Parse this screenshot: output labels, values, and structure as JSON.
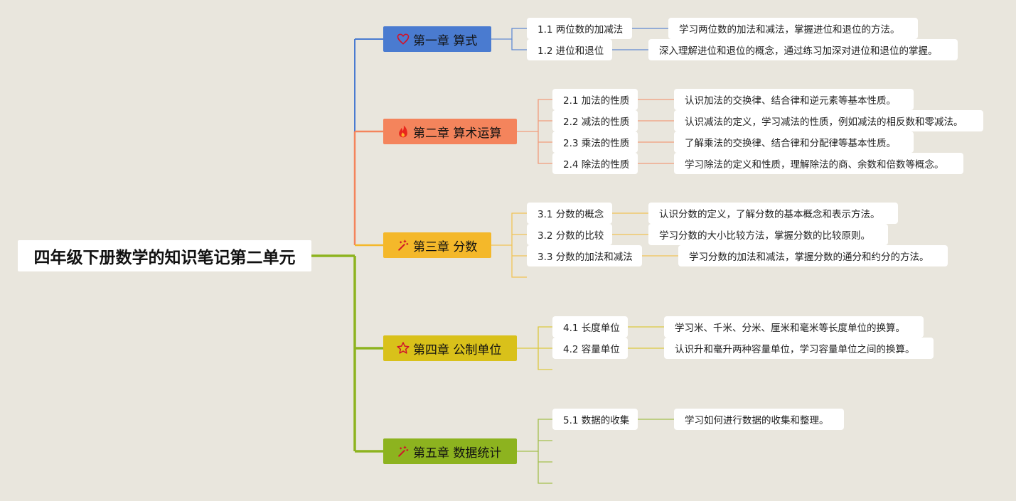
{
  "root": {
    "title": "四年级下册数学的知识笔记第二单元"
  },
  "colors": {
    "ch1": "#4a7bd0",
    "ch2": "#f4845c",
    "ch3": "#f4b82a",
    "ch4": "#d9c11a",
    "ch5": "#8db31f",
    "root_line": "#8db31f"
  },
  "chapters": [
    {
      "title": "第一章 算式",
      "icon": "heart-icon",
      "topics": [
        {
          "label": "1.1 两位数的加减法",
          "desc": "学习两位数的加法和减法，掌握进位和退位的方法。"
        },
        {
          "label": "1.2 进位和退位",
          "desc": "深入理解进位和退位的概念，通过练习加深对进位和退位的掌握。"
        }
      ]
    },
    {
      "title": "第二章 算术运算",
      "icon": "fire-icon",
      "topics": [
        {
          "label": "2.1 加法的性质",
          "desc": "认识加法的交换律、结合律和逆元素等基本性质。"
        },
        {
          "label": "2.2 减法的性质",
          "desc": "认识减法的定义，学习减法的性质，例如减法的相反数和零减法。"
        },
        {
          "label": "2.3 乘法的性质",
          "desc": "了解乘法的交换律、结合律和分配律等基本性质。"
        },
        {
          "label": "2.4 除法的性质",
          "desc": "学习除法的定义和性质，理解除法的商、余数和倍数等概念。"
        }
      ]
    },
    {
      "title": "第三章 分数",
      "icon": "magic-wand-icon",
      "topics": [
        {
          "label": "3.1 分数的概念",
          "desc": "认识分数的定义，了解分数的基本概念和表示方法。"
        },
        {
          "label": "3.2 分数的比较",
          "desc": "学习分数的大小比较方法，掌握分数的比较原则。"
        },
        {
          "label": "3.3 分数的加法和减法",
          "desc": "学习分数的加法和减法，掌握分数的通分和约分的方法。"
        }
      ]
    },
    {
      "title": "第四章 公制单位",
      "icon": "star-icon",
      "topics": [
        {
          "label": "4.1 长度单位",
          "desc": "学习米、千米、分米、厘米和毫米等长度单位的换算。"
        },
        {
          "label": "4.2 容量单位",
          "desc": "认识升和毫升两种容量单位，学习容量单位之间的换算。"
        }
      ]
    },
    {
      "title": "第五章 数据统计",
      "icon": "magic-wand-icon",
      "topics": [
        {
          "label": "5.1 数据的收集",
          "desc": "学习如何进行数据的收集和整理。"
        }
      ]
    }
  ]
}
